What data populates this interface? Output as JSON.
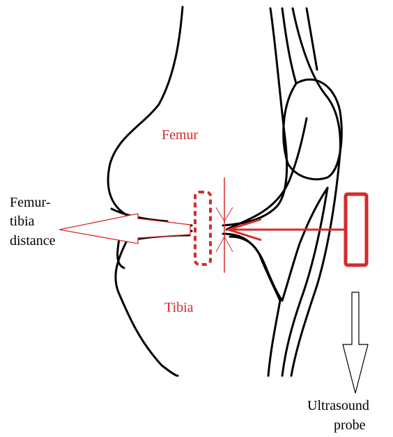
{
  "labels": {
    "femur": "Femur",
    "tibia": "Tibia",
    "distance_line1": "Femur-",
    "distance_line2": "tibia",
    "distance_line3": "distance",
    "probe_line1": "Ultrasound",
    "probe_line2": "probe"
  },
  "colors": {
    "anatomy": "#000000",
    "annotation": "#d62a2a",
    "outline_arrow": "#d62a2a",
    "probe_arrow": "#000000"
  }
}
